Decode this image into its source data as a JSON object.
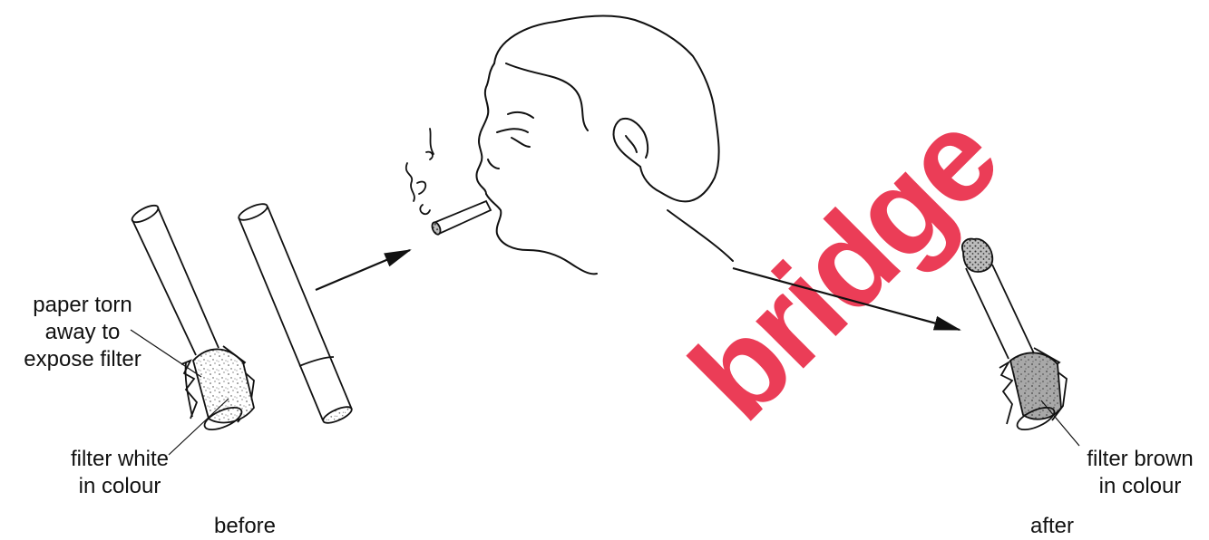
{
  "labels": {
    "paper_torn": [
      "paper torn",
      "away to",
      "expose filter"
    ],
    "filter_white": [
      "filter white",
      "in colour"
    ],
    "before": "before",
    "filter_brown": [
      "filter brown",
      "in colour"
    ],
    "after": "after"
  },
  "watermark": "bridge",
  "colors": {
    "ink": "#111111",
    "watermark": "#e81c3a",
    "filter_brown": "#9a9a9a"
  }
}
